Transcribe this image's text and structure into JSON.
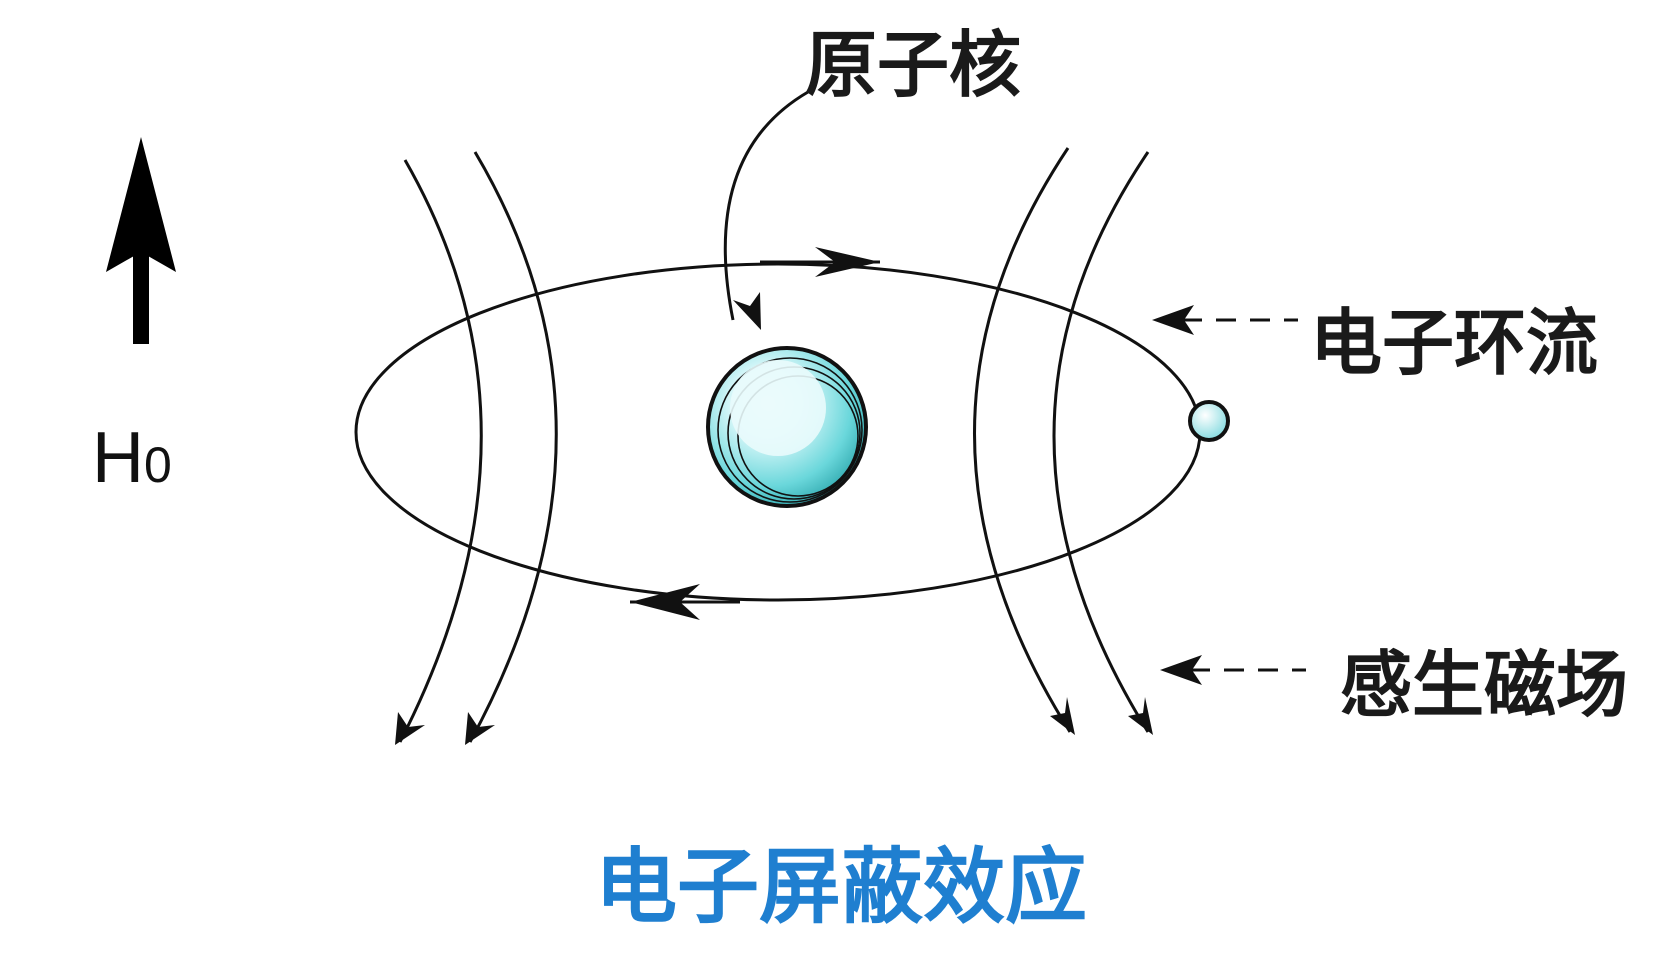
{
  "labels": {
    "nucleus": "原子核",
    "electron_current": "电子环流",
    "induced_field": "感生磁场",
    "h0": "H",
    "h0_subscript": "0",
    "title": "电子屏蔽效应"
  },
  "colors": {
    "title": "#1f7fd0",
    "nucleus_fill": "#6ad7db",
    "nucleus_highlight": "#e9fbfc",
    "electron_fill": "#bfeff3",
    "stroke": "#111111"
  },
  "icons": {
    "field_arrow": "up-arrow-icon",
    "nucleus": "sphere-icon",
    "electron": "small-sphere-icon"
  }
}
